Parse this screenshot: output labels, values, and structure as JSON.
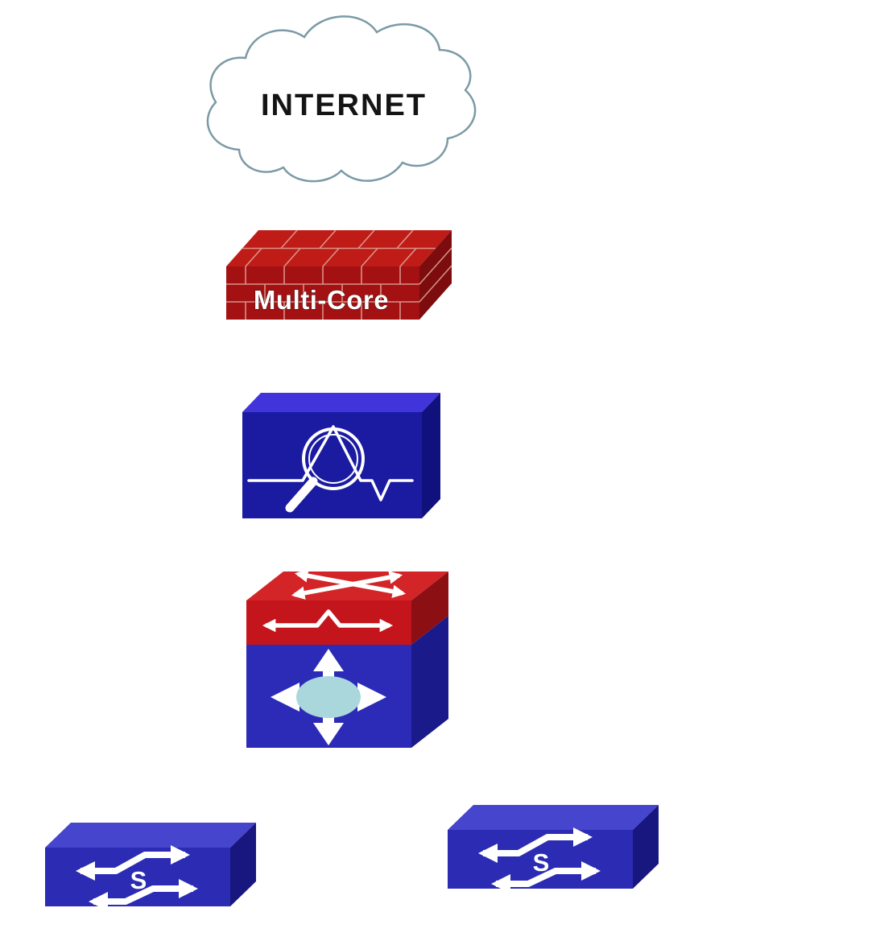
{
  "diagram": {
    "type": "network-topology",
    "nodes": {
      "internet": {
        "label": "INTERNET",
        "kind": "internet-cloud"
      },
      "firewall": {
        "label": "Multi-Core",
        "kind": "multi-core-firewall-brick-box"
      },
      "ips": {
        "kind": "ips-sensor-appliance-magnifier-waveform"
      },
      "core_switch": {
        "kind": "multilayer-router-switch-cube"
      },
      "switch_left": {
        "label": "S",
        "kind": "ethernet-switch"
      },
      "switch_right": {
        "label": "S",
        "kind": "ethernet-switch"
      }
    },
    "colors": {
      "cloud_outline": "#7B9AA6",
      "cloud_fill": "#FFFFFF",
      "label_dark": "#141414",
      "icon_white": "#FFFFFF",
      "fw_front": "#A31113",
      "fw_top": "#BF1B17",
      "fw_side": "#7C0C0D",
      "fw_mortar": "#DDA096",
      "ips_front": "#1B1BA2",
      "ips_top": "#4134DA",
      "ips_side": "#11117E",
      "cube_red_front": "#C5151C",
      "cube_red_top": "#D32427",
      "cube_red_side": "#8C0F13",
      "cube_blue_front": "#2B2BB8",
      "cube_blue_side": "#1A1A8A",
      "cube_ellipse": "#A9D7DB",
      "sw_front": "#2B2BB4",
      "sw_top": "#4545CD",
      "sw_side": "#17177F"
    }
  }
}
